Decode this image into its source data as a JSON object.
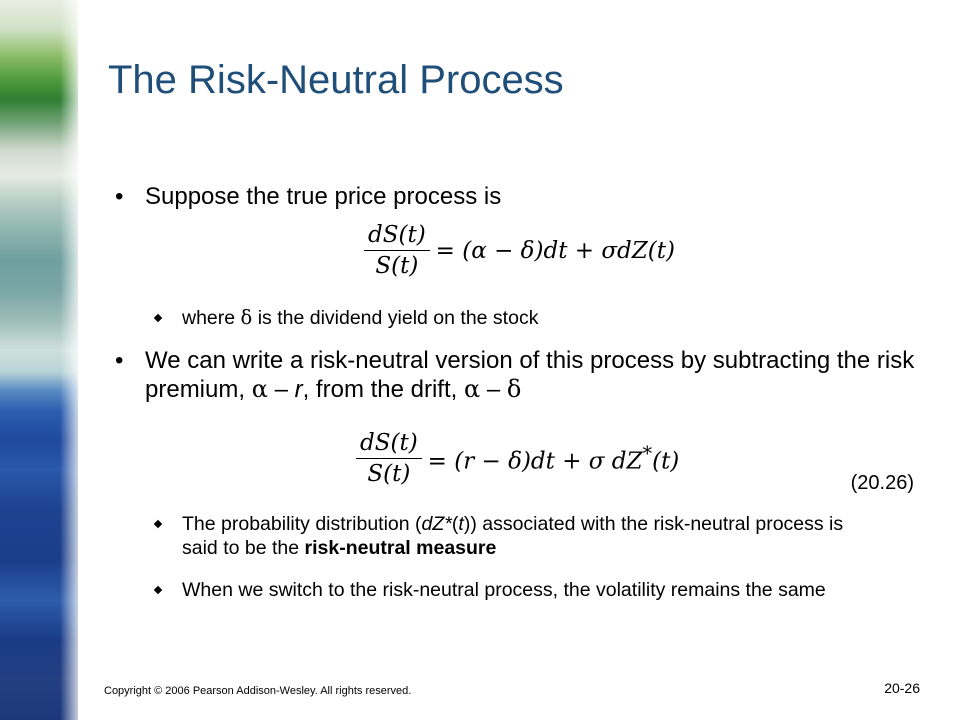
{
  "slide": {
    "title": "The Risk-Neutral Process",
    "bullet1": "Suppose the true price process is",
    "eq1": {
      "num": "dS(t)",
      "den": "S(t)",
      "rhs": "= (α − δ)dt + σdZ(t)"
    },
    "sub1_a": "where ",
    "sub1_symbol": "δ",
    "sub1_b": " is the dividend yield on the stock",
    "bullet2_a": "We can write a risk-neutral version of this process by subtracting the risk premium, ",
    "bullet2_sym1": "α",
    "bullet2_b": " – ",
    "bullet2_r": "r",
    "bullet2_c": ", from the drift, ",
    "bullet2_sym2": "α",
    "bullet2_d": " – ",
    "bullet2_sym3": "δ",
    "eq2": {
      "num": "dS(t)",
      "den": "S(t)",
      "rhs_a": "= (r − δ)dt + σ dZ",
      "rhs_sup": "*",
      "rhs_b": "(t)"
    },
    "eq_number": "(20.26)",
    "sub2_a": "The probability distribution (",
    "sub2_italic": "dZ*",
    "sub2_b": "(",
    "sub2_t": "t",
    "sub2_c": ")) associated with the risk-neutral process is said to be the ",
    "sub2_bold": "risk-neutral measure",
    "sub3": "When we switch to the risk-neutral process, the volatility remains the same",
    "footer": "Copyright © 2006 Pearson Addison-Wesley. All rights reserved.",
    "page_number": "20-26"
  }
}
